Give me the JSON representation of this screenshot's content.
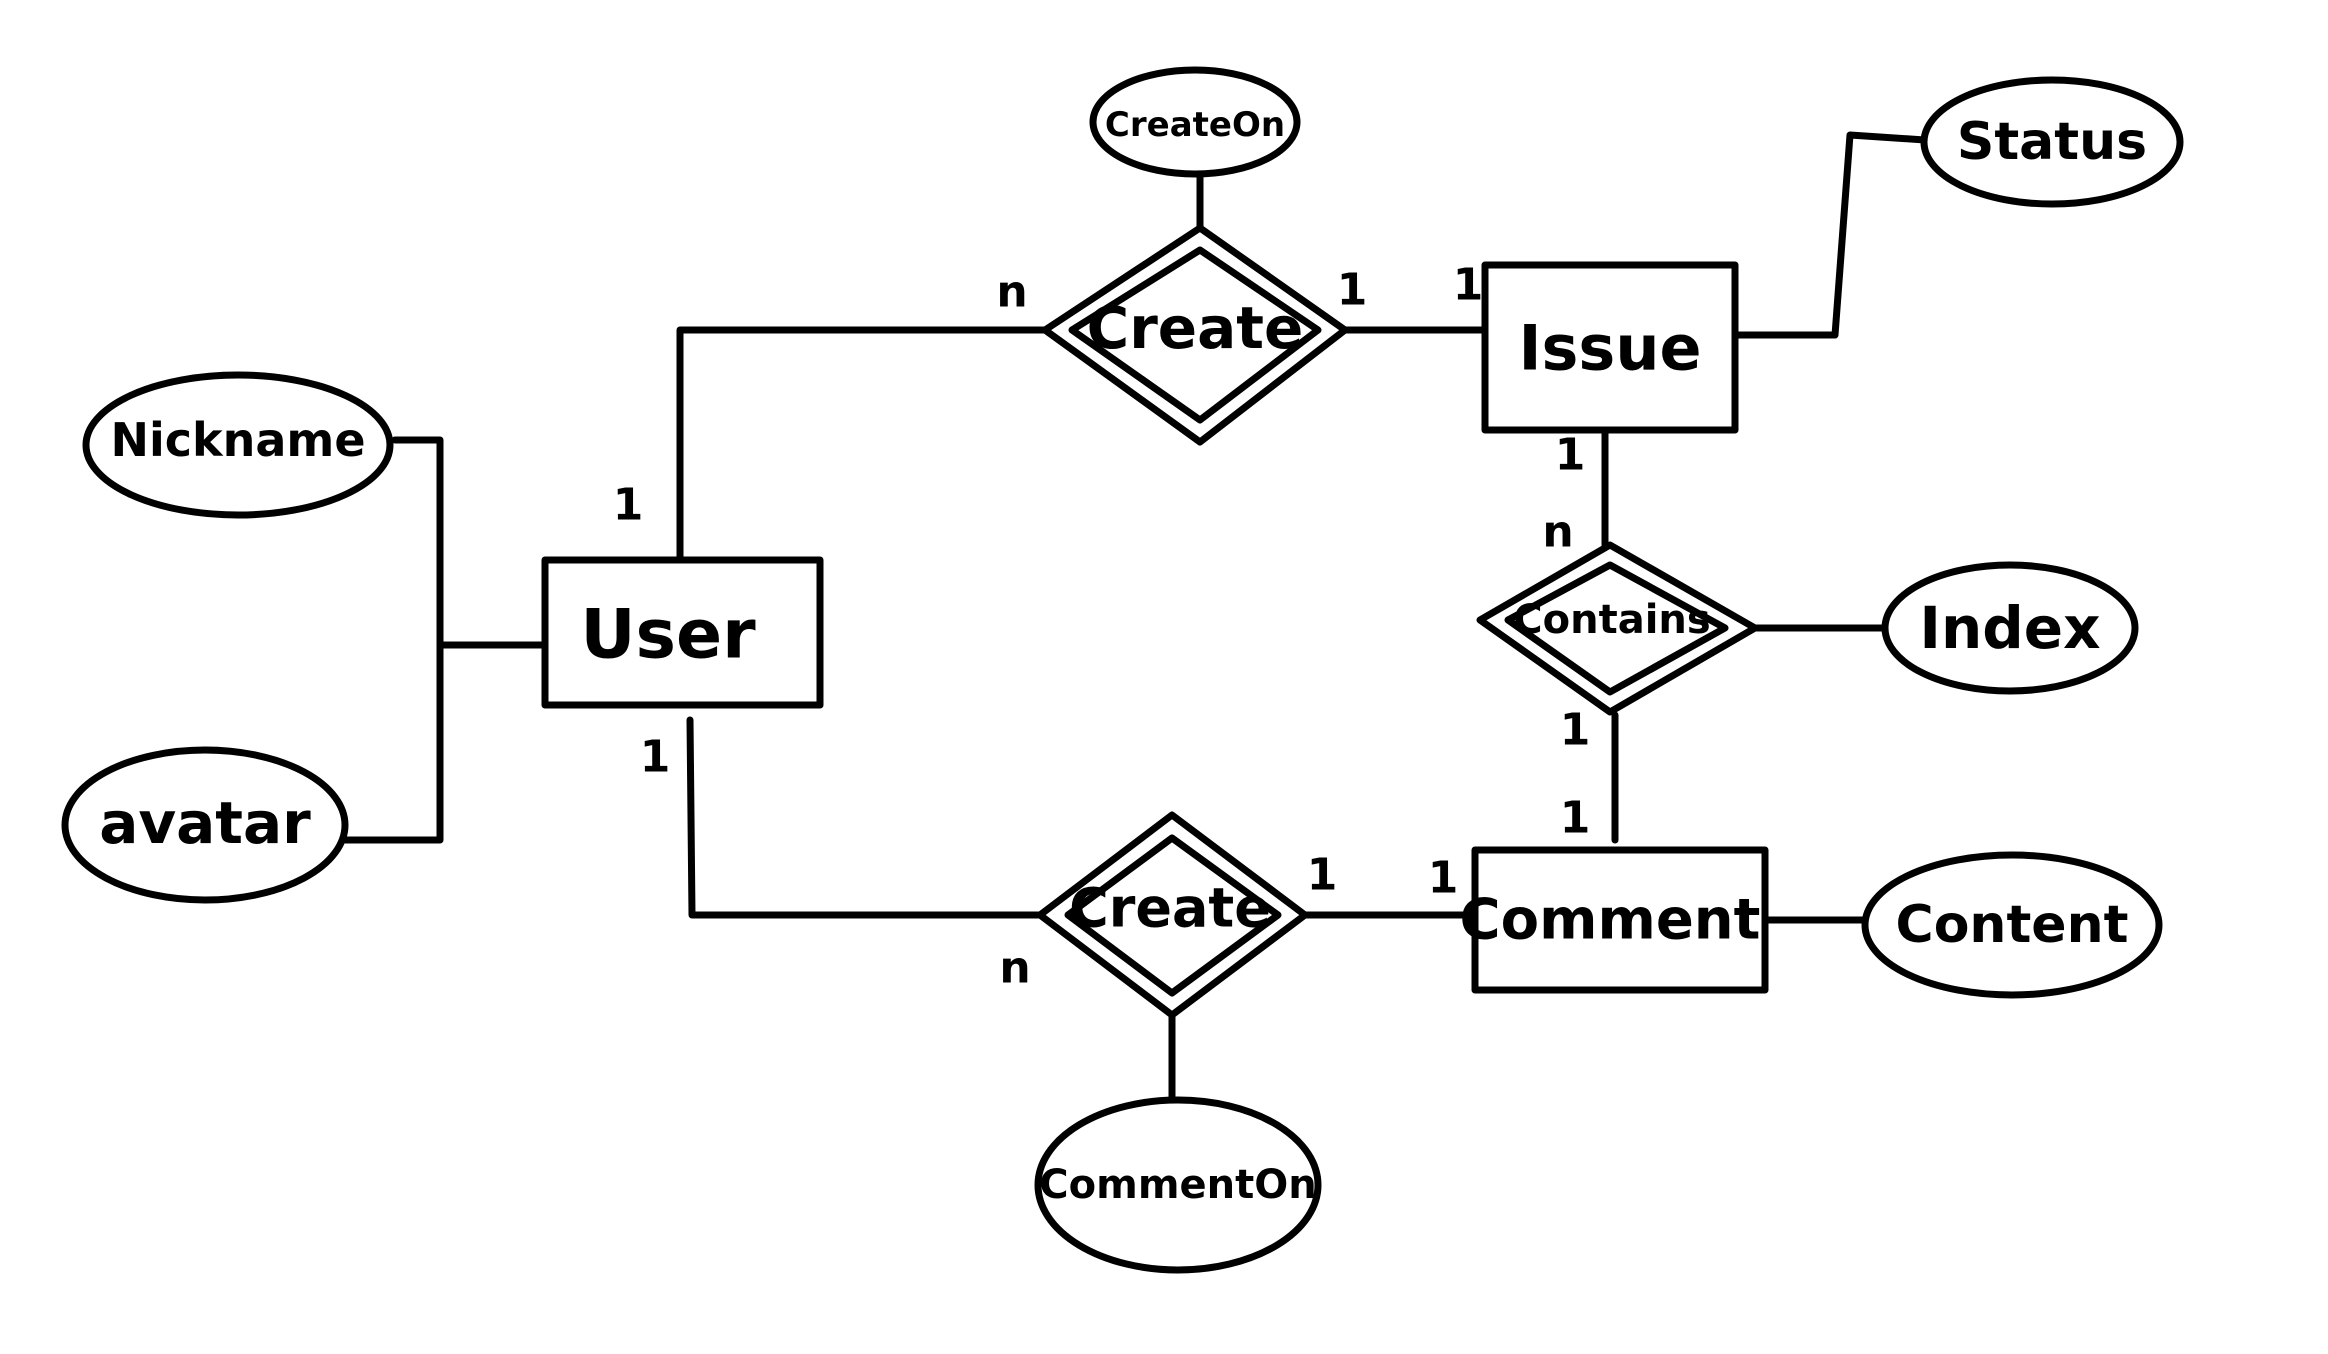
{
  "entities": {
    "user": "User",
    "issue": "Issue",
    "comment": "Comment"
  },
  "relationships": {
    "create_issue": "Create",
    "contains": "Contains",
    "create_comment": "Create"
  },
  "attributes": {
    "nickname": "Nickname",
    "avatar": "avatar",
    "create_on": "CreateOn",
    "status": "Status",
    "index": "Index",
    "content": "Content",
    "comment_on": "CommentOn"
  },
  "cardinalities": {
    "user_create_issue": "1",
    "create_issue_user": "n",
    "create_issue_issue": "1",
    "issue_create_issue": "1",
    "issue_contains": "1",
    "contains_issue": "n",
    "contains_comment": "1",
    "comment_contains": "1",
    "user_create_comment": "1",
    "create_comment_user": "n",
    "create_comment_comment": "1",
    "comment_create_comment": "1"
  },
  "colors": {
    "stroke": "#000000",
    "background": "#ffffff"
  }
}
